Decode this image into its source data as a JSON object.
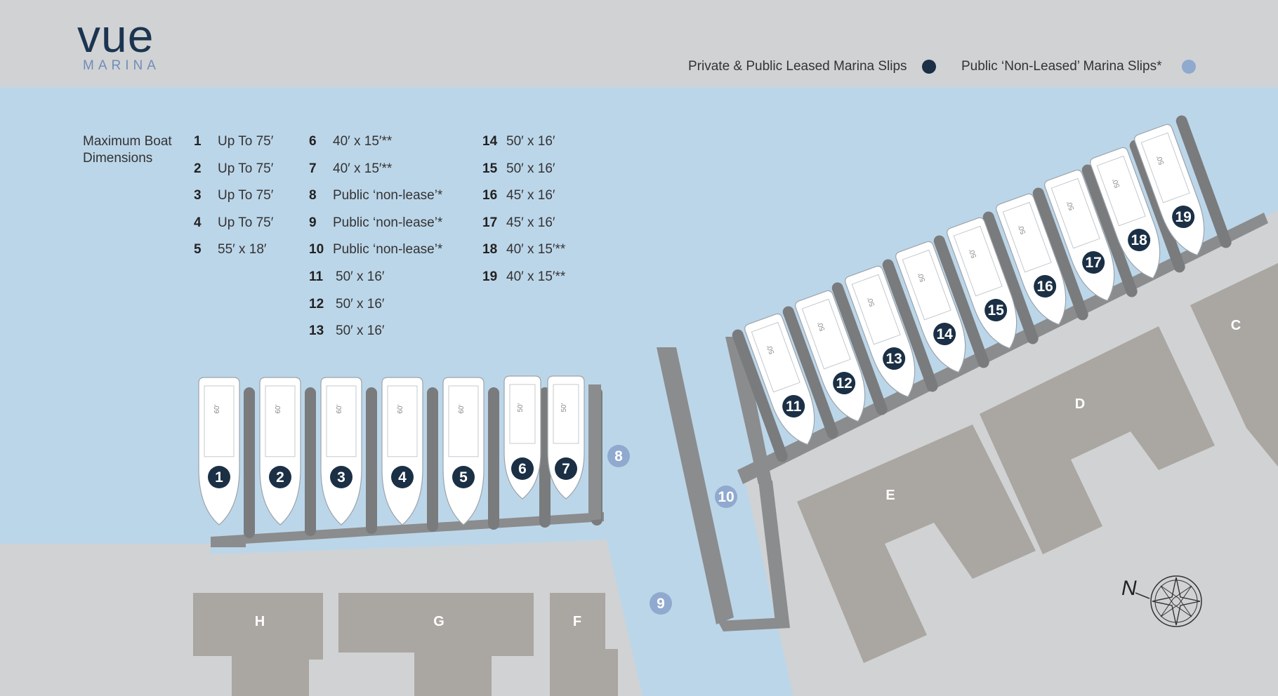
{
  "logo": {
    "main": "vue",
    "sub": "MARINA"
  },
  "legend": [
    {
      "label": "Private & Public Leased Marina Slips",
      "color": "#1b2f45"
    },
    {
      "label": "Public ‘Non-Leased’ Marina Slips*",
      "color": "#8fa9cf"
    }
  ],
  "dimensions": {
    "title_line1": "Maximum Boat",
    "title_line2": "Dimensions",
    "items": [
      {
        "num": "1",
        "dim": "Up To 75′"
      },
      {
        "num": "2",
        "dim": "Up To 75′"
      },
      {
        "num": "3",
        "dim": "Up To 75′"
      },
      {
        "num": "4",
        "dim": "Up To 75′"
      },
      {
        "num": "5",
        "dim": "55′ x 18′"
      },
      {
        "num": "6",
        "dim": "40′ x 15′**"
      },
      {
        "num": "7",
        "dim": "40′ x 15′**"
      },
      {
        "num": "8",
        "dim": "Public ‘non-lease’*"
      },
      {
        "num": "9",
        "dim": "Public ‘non-lease’*"
      },
      {
        "num": "10",
        "dim": "Public ‘non-lease’*"
      },
      {
        "num": "11",
        "dim": "50′ x 16′"
      },
      {
        "num": "12",
        "dim": "50′ x 16′"
      },
      {
        "num": "13",
        "dim": "50′ x 16′"
      },
      {
        "num": "14",
        "dim": "50′ x 16′"
      },
      {
        "num": "15",
        "dim": "50′ x 16′"
      },
      {
        "num": "16",
        "dim": "45′ x 16′"
      },
      {
        "num": "17",
        "dim": "45′ x 16′"
      },
      {
        "num": "18",
        "dim": "40′ x 15′**"
      },
      {
        "num": "19",
        "dim": "40′ x 15′**"
      }
    ]
  },
  "buildings": [
    "C",
    "D",
    "E",
    "F",
    "G",
    "H"
  ],
  "leased_slips": [
    "1",
    "2",
    "3",
    "4",
    "5",
    "6",
    "7",
    "11",
    "12",
    "13",
    "14",
    "15",
    "16",
    "17",
    "18",
    "19"
  ],
  "public_slips": [
    "8",
    "9",
    "10"
  ],
  "boat_lengths": {
    "1": "60′",
    "2": "60′",
    "3": "60′",
    "4": "60′",
    "5": "60′",
    "6": "50′",
    "7": "50′",
    "11": "50′",
    "12": "50′",
    "13": "50′",
    "14": "50′",
    "15": "50′",
    "16": "50′",
    "17": "50′",
    "18": "50′",
    "19": "50′"
  },
  "compass": {
    "label": "N"
  },
  "colors": {
    "water": "#bcd6e9",
    "land": "#d1d2d4",
    "building": "#aaa6a1",
    "dock": "#8b8c8e",
    "leased_marker": "#1b2f45",
    "public_marker": "#8fa9cf"
  }
}
